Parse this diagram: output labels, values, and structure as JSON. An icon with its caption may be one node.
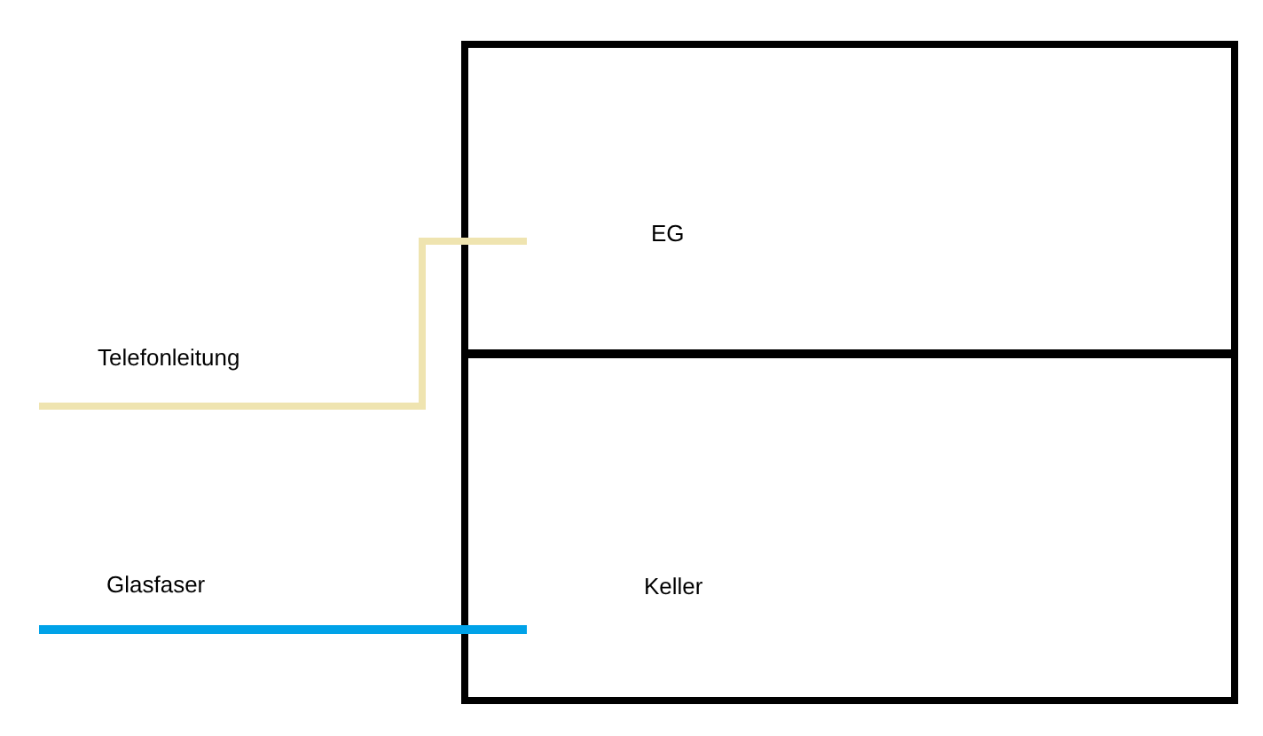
{
  "diagram": {
    "nodes": [
      {
        "text": [
          "EG"
        ]
      },
      {
        "text": [
          "Keller"
        ]
      }
    ],
    "edges": [
      {
        "from": null,
        "to": 0,
        "arrow": "none",
        "label": "Telefonleitung",
        "color": "#efe4b0"
      },
      {
        "from": null,
        "to": 1,
        "arrow": "none",
        "label": "Glasfaser",
        "color": "#00a2e8"
      }
    ]
  }
}
